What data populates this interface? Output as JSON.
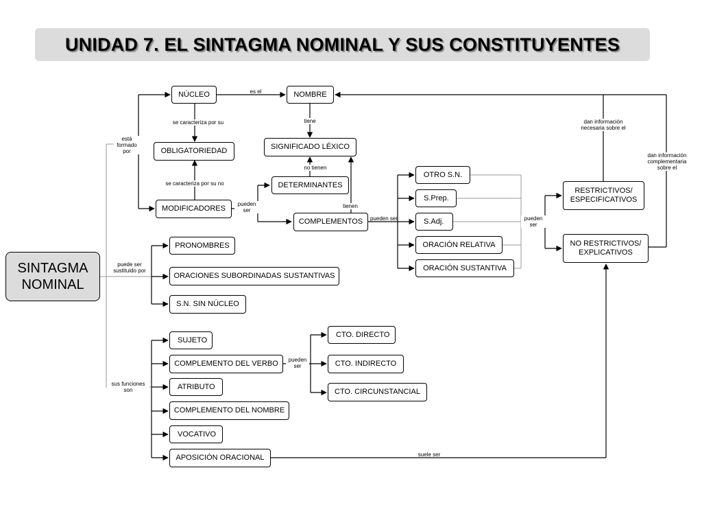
{
  "title": "UNIDAD 7. EL SINTAGMA NOMINAL Y SUS CONSTITUYENTES",
  "nodes": {
    "root": "SINTAGMA NOMINAL",
    "nucleo": "NÚCLEO",
    "nombre": "NOMBRE",
    "obligatoriedad": "OBLIGATORIEDAD",
    "significado_lexico": "SIGNIFICADO LÉXICO",
    "determinantes": "DETERMINANTES",
    "modificadores": "MODIFICADORES",
    "complementos": "COMPLEMENTOS",
    "otro_sn": "OTRO S.N.",
    "sprep": "S.Prep.",
    "sadj": "S.Adj.",
    "oracion_relativa": "ORACIÓN RELATIVA",
    "oracion_sustantiva": "ORACIÓN SUSTANTIVA",
    "restrictivos": "RESTRICTIVOS/ ESPECIFICATIVOS",
    "no_restrictivos": "NO RESTRICTIVOS/ EXPLICATIVOS",
    "pronombres": "PRONOMBRES",
    "oraciones_subordinadas": "ORACIONES SUBORDINADAS SUSTANTIVAS",
    "sn_sin_nucleo": "S.N. SIN NÚCLEO",
    "sujeto": "SUJETO",
    "complemento_verbo": "COMPLEMENTO DEL VERBO",
    "atributo": "ATRIBUTO",
    "complemento_nombre": "COMPLEMENTO DEL NOMBRE",
    "vocativo": "VOCATIVO",
    "aposicion": "APOSICIÓN ORACIONAL",
    "cto_directo": "CTO. DIRECTO",
    "cto_indirecto": "CTO. INDIRECTO",
    "cto_circunstancial": "CTO. CIRCUNSTANCIAL"
  },
  "labels": {
    "esta_formado_por": "está formado por",
    "es_el": "es el",
    "se_caracteriza_por_su": "se caracteriza por su",
    "se_caracteriza_por_su_no": "se caracteriza por su no",
    "tiene": "tiene",
    "no_tienen": "no tienen",
    "tienen": "tienen",
    "pueden_ser_mod": "pueden ser",
    "pueden_ser_comp": "pueden ser",
    "pueden_ser_restr": "pueden ser",
    "dan_info_necesaria": "dan información necesaria sobre el",
    "dan_info_complementaria": "dan información complementaria sobre el",
    "puede_ser_sustituido": "puede ser sustituido por",
    "sus_funciones_son": "sus funciones son",
    "pueden_ser_verbo": "pueden ser",
    "suele_ser": "suele ser"
  }
}
